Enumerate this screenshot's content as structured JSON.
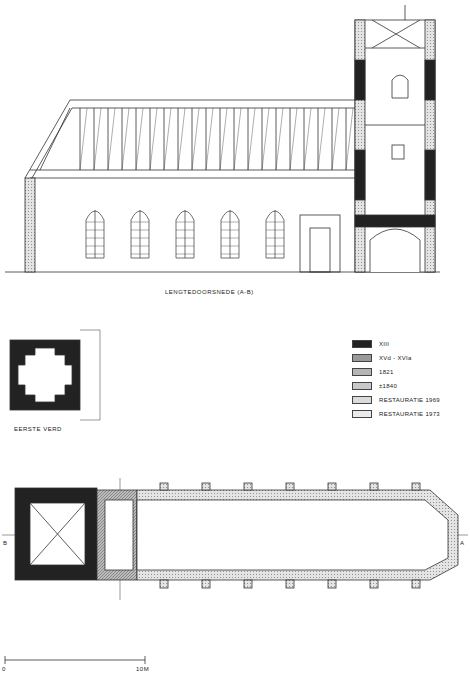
{
  "diagram": {
    "labels": [
      "LENGTEDOORSNEDE (A-B)",
      "EERSTE VERD",
      "B",
      "A",
      "0",
      "10M"
    ],
    "legend": [
      {
        "text": "XIII",
        "color": "#222222"
      },
      {
        "text": "XVd - XVIa",
        "color": "#999999"
      },
      {
        "text": "1821",
        "color": "#b5b5b5"
      },
      {
        "text": "±1840",
        "color": "#c8c8c8"
      },
      {
        "text": "RESTAURATIE 1969",
        "color": "#dadada"
      },
      {
        "text": "RESTAURATIE 1973",
        "color": "#ebebeb"
      }
    ]
  }
}
